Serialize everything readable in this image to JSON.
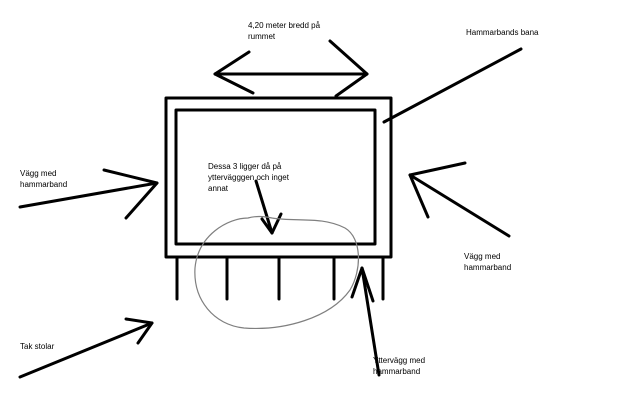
{
  "diagram": {
    "labels": {
      "room_width": "4,20 meter bredd på\nrummet",
      "hammarbands_bana": "Hammarbands bana",
      "vagg_left": "Vägg med\nhammarband",
      "center_note": "Dessa 3 ligger då på\nyttervägggen och inget\nannat",
      "vagg_right": "Vägg med\nhammarband",
      "tak_stolar": "Tak stolar",
      "yttervagg": "Yttervägg med\nhammarband"
    },
    "colors": {
      "ink": "#000000",
      "pencil": "#7f7f7f",
      "background": "#ffffff"
    }
  }
}
